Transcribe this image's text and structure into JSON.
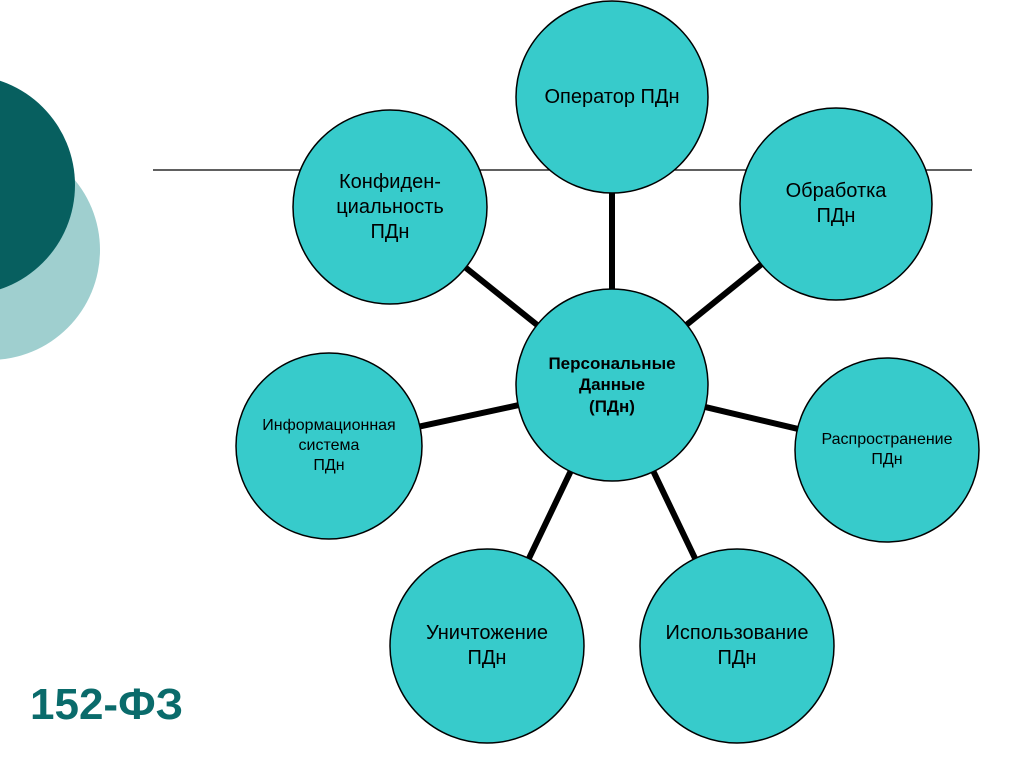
{
  "colors": {
    "node_fill": "#37CBCB",
    "node_stroke": "#000000",
    "deco_dark": "#075F5F",
    "deco_light": "#9FCFCF",
    "code_text": "#0A6B6B"
  },
  "diagram": {
    "center": {
      "label": "Персональные\nДанные\n(ПДн)"
    },
    "nodes": [
      {
        "id": "operator",
        "label": "Оператор ПДн"
      },
      {
        "id": "processing",
        "label": "Обработка\nПДн"
      },
      {
        "id": "distribution",
        "label": "Распространение\nПДн"
      },
      {
        "id": "usage",
        "label": "Использование\nПДн"
      },
      {
        "id": "destruction",
        "label": "Уничтожение\nПДн"
      },
      {
        "id": "info-system",
        "label": "Информационная\nсистема\nПДн"
      },
      {
        "id": "confidentiality",
        "label": "Конфиден-\nциальность\nПДн"
      }
    ]
  },
  "footer": {
    "code": "152-ФЗ"
  }
}
